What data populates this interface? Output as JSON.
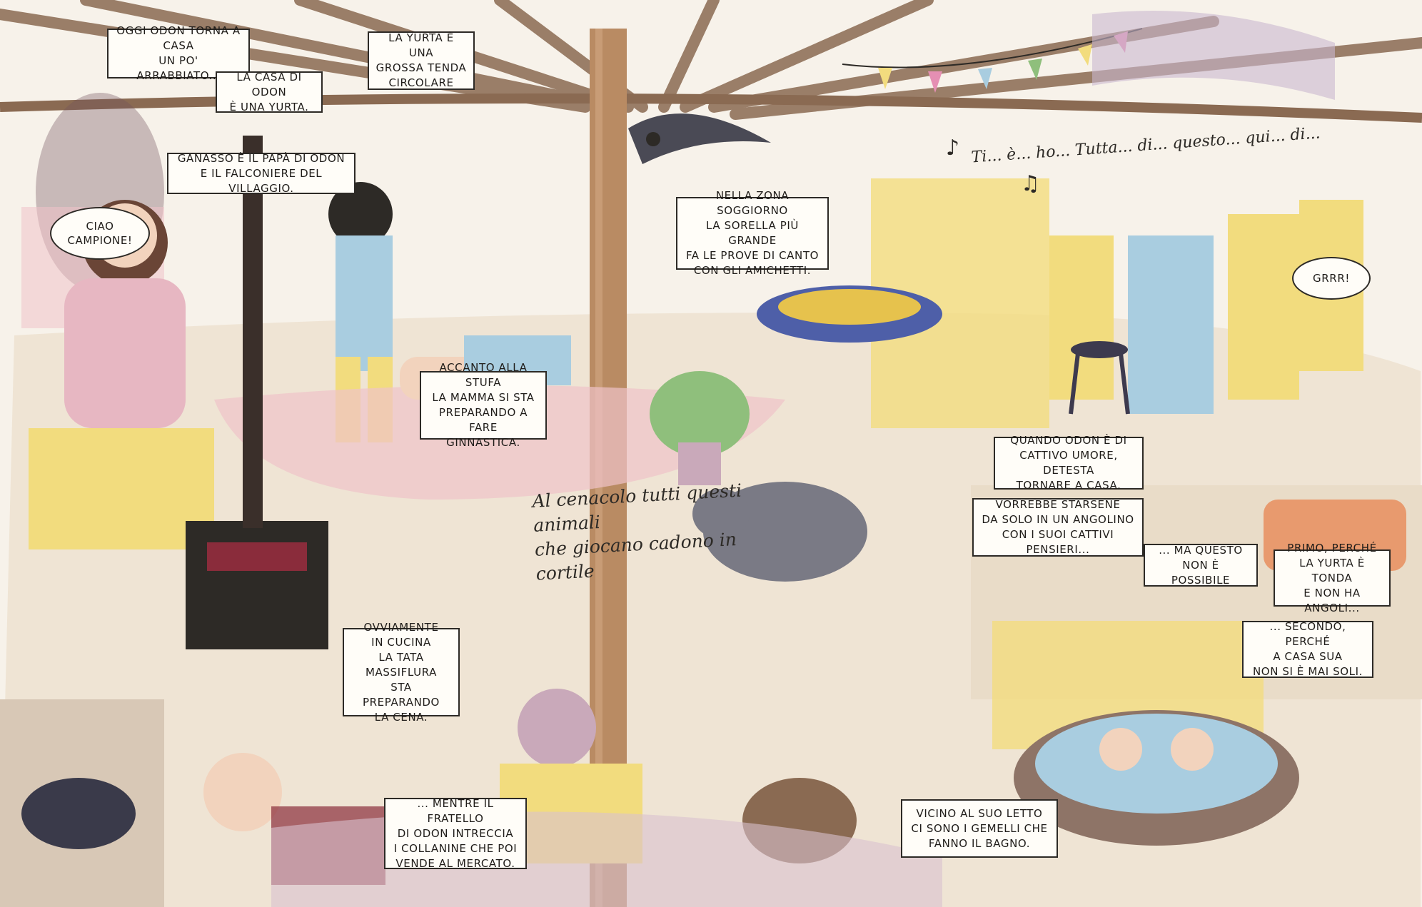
{
  "captions": {
    "intro": "OGGI ODON TORNA A CASA\nUN PO' ARRABBIATO...",
    "yurta_definition": "LA YURTA È UNA\nGROSSA TENDA\nCIRCOLARE",
    "home_is_yurta": "LA CASA DI ODON\nÈ UNA YURTA.",
    "father": "GANASSO È IL PAPÀ DI ODON\nE IL FALCONIERE DEL VILLAGGIO.",
    "sister": "NELLA ZONA SOGGIORNO\nLA SORELLA PIÙ GRANDE\nFA LE PROVE DI CANTO\nCON GLI AMICHETTI.",
    "mother": "ACCANTO ALLA STUFA\nLA MAMMA SI STA\nPREPARANDO A FARE\nGINNASTICA.",
    "bad_mood": "QUANDO ODON È DI\nCATTIVO UMORE, DETESTA\nTORNARE A CASA.",
    "wish_alone": "VORREBBE STARSENE\nDA SOLO IN UN ANGOLINO\nCON I SUOI CATTIVI PENSIERI...",
    "not_possible": "... MA QUESTO\nNON È POSSIBILE",
    "first_reason": "PRIMO, PERCHÉ\nLA YURTA È TONDA\nE NON HA ANGOLI...",
    "second_reason": "... SECONDO, PERCHÉ\nA CASA SUA\nNON SI È MAI SOLI.",
    "grandmother": "OVVIAMENTE\nIN CUCINA\nLA TATA MASSIFLURA\nSTA PREPARANDO\nLA CENA.",
    "brother": "... MENTRE IL FRATELLO\nDI ODON INTRECCIA\nI COLLANINE CHE POI\nVENDE AL MERCATO.",
    "twins": "VICINO AL SUO LETTO\nCI SONO I GEMELLI CHE\nFANNO IL BAGNO."
  },
  "speech": {
    "ciao": "CIAO\nCAMPIONE!",
    "grrr": "GRRR!"
  },
  "handwriting": {
    "song": "Ti... è... ho... Tutta... di... questo... qui... di...",
    "animals": "Al cenacolo tutti questi animali\nche giocano cadono in cortile"
  },
  "colors": {
    "yellow": "#f2dc7e",
    "pink": "#f0c3c9",
    "blue": "#a9cde0",
    "wood": "#b98b63",
    "ink": "#2d2a26",
    "rug": "#c9a9ba",
    "green": "#8fbf7c"
  }
}
